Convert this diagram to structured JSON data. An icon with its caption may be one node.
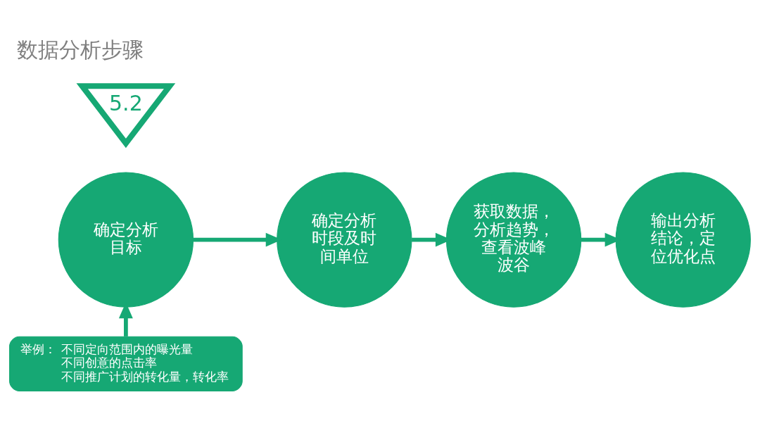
{
  "diagram": {
    "title": "数据分析步骤",
    "nodes": [
      {
        "text": [
          "5.2"
        ]
      },
      {
        "text": [
          "确定分析目标"
        ]
      },
      {
        "text": [
          "确定分析时段及时间单位"
        ]
      },
      {
        "text": [
          "获取数据，分析趋势，查看波峰波谷"
        ]
      },
      {
        "text": [
          "输出分析结论，定位优化点"
        ]
      },
      {
        "text": [
          "举例：",
          "不同定向范围内的曝光量",
          "不同创意的点击率",
          "不同推广计划的转化量，转化率"
        ]
      }
    ],
    "edges": [
      {
        "from": 1,
        "to": 2,
        "arrow": "to"
      },
      {
        "from": 2,
        "to": 3,
        "arrow": "to"
      },
      {
        "from": 3,
        "to": 4,
        "arrow": "to"
      },
      {
        "from": 5,
        "to": 1,
        "arrow": "to"
      }
    ]
  }
}
